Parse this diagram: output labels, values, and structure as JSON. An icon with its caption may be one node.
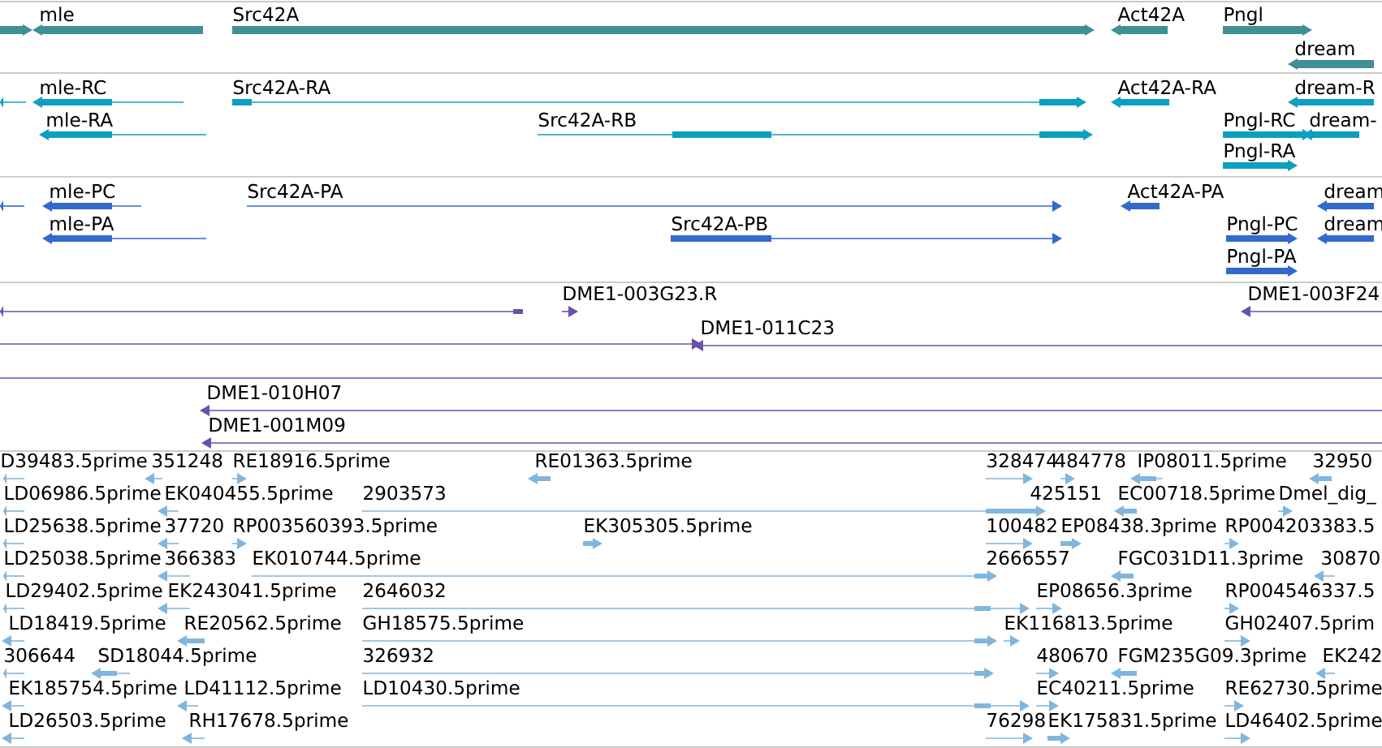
{
  "diagram": {
    "labels": [
      "mle",
      "Src42A",
      "Act42A",
      "Pngl",
      "dream",
      "mle-RC",
      "Src42A-RA",
      "Act42A-RA",
      "dream-R",
      "mle-RA",
      "Src42A-RB",
      "Pngl-RC",
      "dream-",
      "Pngl-RA",
      "mle-PC",
      "Src42A-PA",
      "Act42A-PA",
      "dream",
      "mle-PA",
      "Src42A-PB",
      "Pngl-PC",
      "dream",
      "Pngl-PA",
      "DME1-003G23.R",
      "DME1-003F24",
      "DME1-011C23",
      "DME1-010H07",
      "DME1-001M09",
      "D39483.5prime",
      "351248",
      "RE18916.5prime",
      "RE01363.5prime",
      "328474",
      "484778",
      "IP08011.5prime",
      "32950",
      "LD06986.5prime",
      "EK040455.5prime",
      "2903573",
      "425151",
      "EC00718.5prime",
      "Dmel_dig_",
      "LD25638.5prime",
      "37720",
      "RP003560393.5prime",
      "EK305305.5prime",
      "100482",
      "EP08438.3prime",
      "RP004203383.5",
      "LD25038.5prime",
      "366383",
      "EK010744.5prime",
      "2666557",
      "FGC031D11.3prime",
      "30870",
      "LD29402.5prime",
      "EK243041.5prime",
      "2646032",
      "EP08656.3prime",
      "RP004546337.5",
      "LD18419.5prime",
      "RE20562.5prime",
      "GH18575.5prime",
      "EK116813.5prime",
      "GH02407.5prim",
      "306644",
      "SD18044.5prime",
      "326932",
      "480670",
      "FGM235G09.3prime",
      "EK242",
      "EK185754.5prime",
      "LD41112.5prime",
      "LD10430.5prime",
      "EC40211.5prime",
      "RE62730.5prime",
      "LD26503.5prime",
      "RH17678.5prime",
      "76298",
      "EK175831.5prime",
      "LD46402.5prime"
    ]
  }
}
